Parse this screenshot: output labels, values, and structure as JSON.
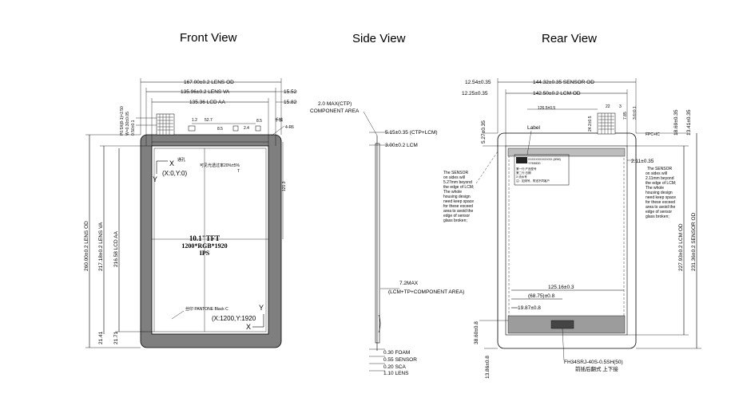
{
  "titles": {
    "front": "Front View",
    "side": "Side View",
    "rear": "Rear View"
  },
  "front": {
    "lens_od": "167.00±0.2 LENS OD",
    "lens_va": "135.96±0.2 LENS VA",
    "lcd_aa": "135.36 LCD AA",
    "d1552": "15.52",
    "d1582": "15.82",
    "v_lens_od": "260.00±0.2 LENS OD",
    "v_lens_va": "217.18±0.2 LENS VA",
    "v_lcd_aa": "216.58 LCD AA",
    "d2141": "21.41",
    "d2171": "21.71",
    "top_stack": [
      "P0.5X(8-1)=2.50",
      "W=0.30±0.05",
      "0.50±0.1"
    ],
    "small_dims": [
      "1.2",
      "8.5",
      "52.7",
      "2.4",
      "8.5",
      "121.3"
    ],
    "hand": "手触",
    "r4": "4-R6",
    "origin_x": "X",
    "origin_y": "Y",
    "origin": "(X:0,Y:0)",
    "end_x": "X",
    "end_y": "Y",
    "end": "(X:1200,Y:1920",
    "screen_l1": "10.1\"TFT",
    "screen_l2": "1200*RGB*1920",
    "screen_l3": "IPS",
    "note_top": "可见光透过率20%±5%",
    "note_hole": "通孔",
    "note_t": "T",
    "pantone": "丝印 PANTONE Black C"
  },
  "side": {
    "ctp": "2.0 MAX(CTP)",
    "component": "COMPONENT AREA",
    "d515": "5.15±0.35  (CTP+LCM)",
    "d300": "3.00±0.2 LCM",
    "max72": "7.2MAX",
    "max72b": "(LCM+TP+COMPONENT AREA)",
    "stack": [
      "0.30 FOAM",
      "0.55 SENSOR",
      "0.20 SCA",
      "1.10 LENS"
    ]
  },
  "rear": {
    "sensor_od": "144.32±0.35 SENSOR OD",
    "lcm_od": "142.50±0.2 LCM OD",
    "d1254": "12.54±0.35",
    "d1225": "12.25±0.35",
    "d1265": "126.5±0.5",
    "d22": "22",
    "d3": "3",
    "d785": "7.85",
    "d36": "3.6±0.1",
    "d24": "24.2±0.5",
    "d527": "5.27±0.35",
    "d211": "2.11±0.35",
    "d1869": "18.69±0.35",
    "d1341": "13.41±0.35",
    "lcm_v": "227.93±0.2 LCM OD",
    "sensor_v": "231.36±0.2 SENSOR OD",
    "d12516": "125.16±0.3",
    "d6875": "(68.75)±0.8",
    "d1987": "19.87±0.8",
    "d3860": "38.60±0.8",
    "d1386": "13.86±0.8",
    "label": "Label",
    "connector": "FH34SRJ-40S-0.5SH(50)",
    "connector_note": "前插后翻式 上下接",
    "fpc": "FPC+IC",
    "sensor_note_left": [
      "The SENSOR",
      "on sides will",
      "5.27mm beyond",
      "the edge of LCM;",
      "The whole",
      "housing design",
      "need keep space",
      "for these exceed",
      "area to avoid the",
      "edge of sensor",
      "glass broken;"
    ],
    "sensor_note_right": [
      "The SENSOR",
      "on sides will",
      "2.11mm beyond",
      "the edge of LCM;",
      "The whole",
      "housing design",
      "need keep space",
      "for these exceed",
      "area to avoid the",
      "edge of sensor",
      "glass broken;"
    ],
    "label_lines": [
      "XXXXXXXXXXXXX (4BM)",
      "YYMMDD"
    ],
    "label_cn": [
      "第一行:产品型号",
      "第二行:日期",
      "X:流水号",
      "注：如测号、附送不同客户"
    ]
  }
}
